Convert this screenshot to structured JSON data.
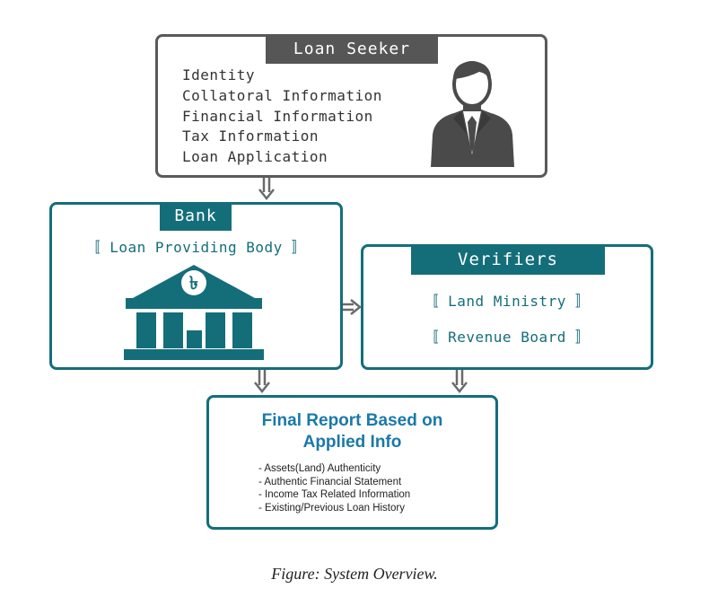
{
  "loan_seeker": {
    "title": "Loan Seeker",
    "items": [
      "Identity",
      "Collatoral Information",
      "Financial Information",
      "Tax Information",
      "Loan Application"
    ],
    "icon": "businessman-icon"
  },
  "bank": {
    "title": "Bank",
    "subtitle": "〚 Loan Providing Body 〛",
    "icon": "bank-building-icon",
    "currency_symbol": "৳"
  },
  "verifiers": {
    "title": "Verifiers",
    "items": [
      "〚 Land Ministry 〛",
      "〚 Revenue Board 〛"
    ]
  },
  "final_report": {
    "title_line1": "Final Report Based on",
    "title_line2": "Applied Info",
    "items": [
      "- Assets(Land) Authenticity",
      "- Authentic Financial Statement",
      "- Income Tax Related Information",
      "- Existing/Previous Loan History"
    ]
  },
  "caption": "Figure: System Overview.",
  "colors": {
    "teal": "#146e7a",
    "dark_gray": "#565656",
    "title_blue": "#1a79a8",
    "arrow_gray": "#6a6a6a"
  }
}
